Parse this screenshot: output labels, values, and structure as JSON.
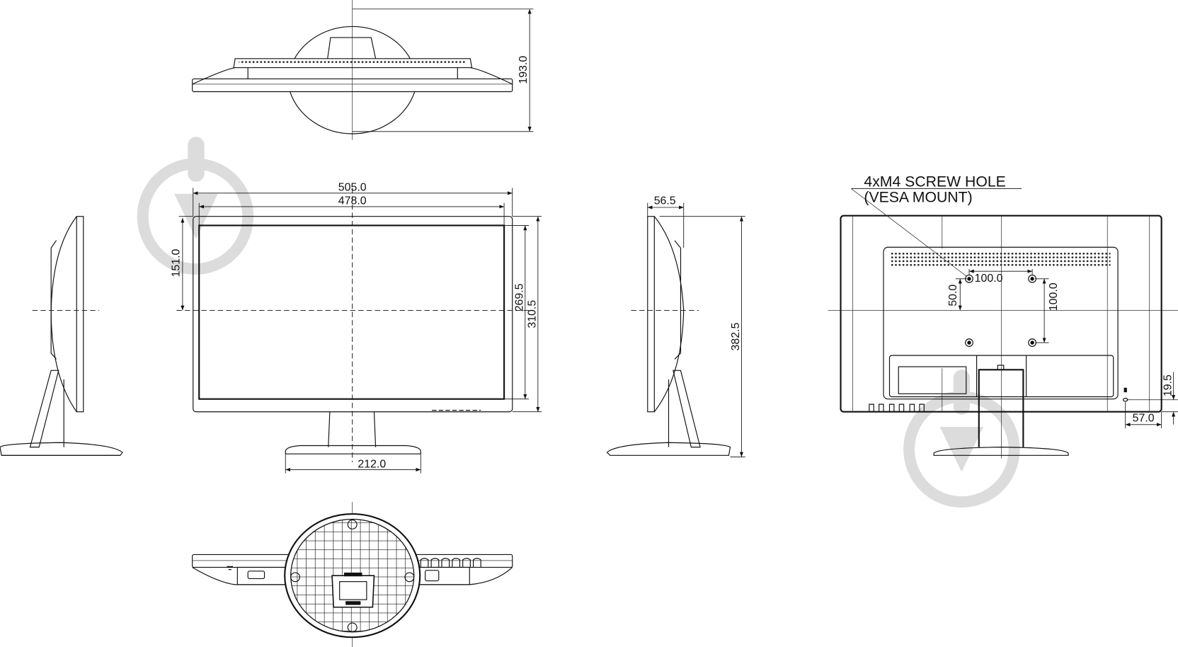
{
  "dimensions": {
    "top_depth": "193.0",
    "overall_width": "505.0",
    "screen_width": "478.0",
    "center_height": "151.0",
    "screen_height": "269.5",
    "panel_height": "310.5",
    "base_width": "212.0",
    "panel_depth": "56.5",
    "total_height": "382.5",
    "vesa_horizontal": "100.0",
    "vesa_offset": "50.0",
    "vesa_vertical": "100.0",
    "lock_height": "19.5",
    "lock_offset": "57.0"
  },
  "annotations": {
    "screw_hole": "4xM4 SCREW HOLE",
    "vesa_mount": "(VESA MOUNT)"
  },
  "colors": {
    "line": "#111111",
    "watermark": "#dcdcdc"
  },
  "watermark_icon": "download-circle-icon"
}
